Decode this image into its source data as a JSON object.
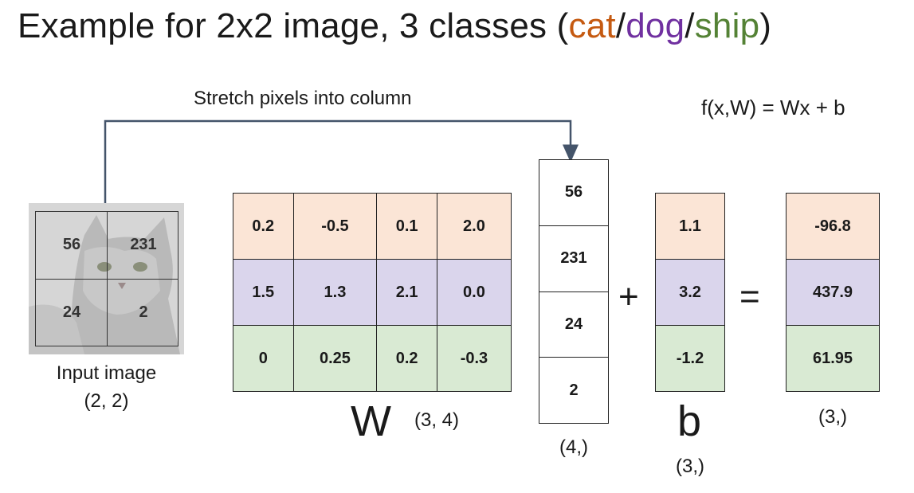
{
  "title": {
    "prefix": "Example for 2x2 image, 3 classes (",
    "cat": "cat",
    "sep1": "/",
    "dog": "dog",
    "sep2": "/",
    "ship": "ship",
    "suffix": ")"
  },
  "colors": {
    "cat": "#c55a11",
    "dog": "#7030a0",
    "ship": "#548235",
    "row_cat": "#fbe5d6",
    "row_dog": "#dad5ec",
    "row_ship": "#d9ead3"
  },
  "arrow_label": "Stretch pixels into column",
  "formula": "f(x,W) = Wx + b",
  "input_image": {
    "pixels": [
      "56",
      "231",
      "24",
      "2"
    ],
    "label": "Input image",
    "shape": "(2, 2)"
  },
  "W": {
    "rows": [
      [
        "0.2",
        "-0.5",
        "0.1",
        "2.0"
      ],
      [
        "1.5",
        "1.3",
        "2.1",
        "0.0"
      ],
      [
        "0",
        "0.25",
        "0.2",
        "-0.3"
      ]
    ],
    "symbol": "W",
    "shape": "(3, 4)"
  },
  "x": {
    "values": [
      "56",
      "231",
      "24",
      "2"
    ],
    "shape": "(4,)"
  },
  "plus": "+",
  "b": {
    "values": [
      "1.1",
      "3.2",
      "-1.2"
    ],
    "symbol": "b",
    "shape": "(3,)"
  },
  "equals": "=",
  "scores": {
    "values": [
      "-96.8",
      "437.9",
      "61.95"
    ],
    "shape": "(3,)"
  }
}
